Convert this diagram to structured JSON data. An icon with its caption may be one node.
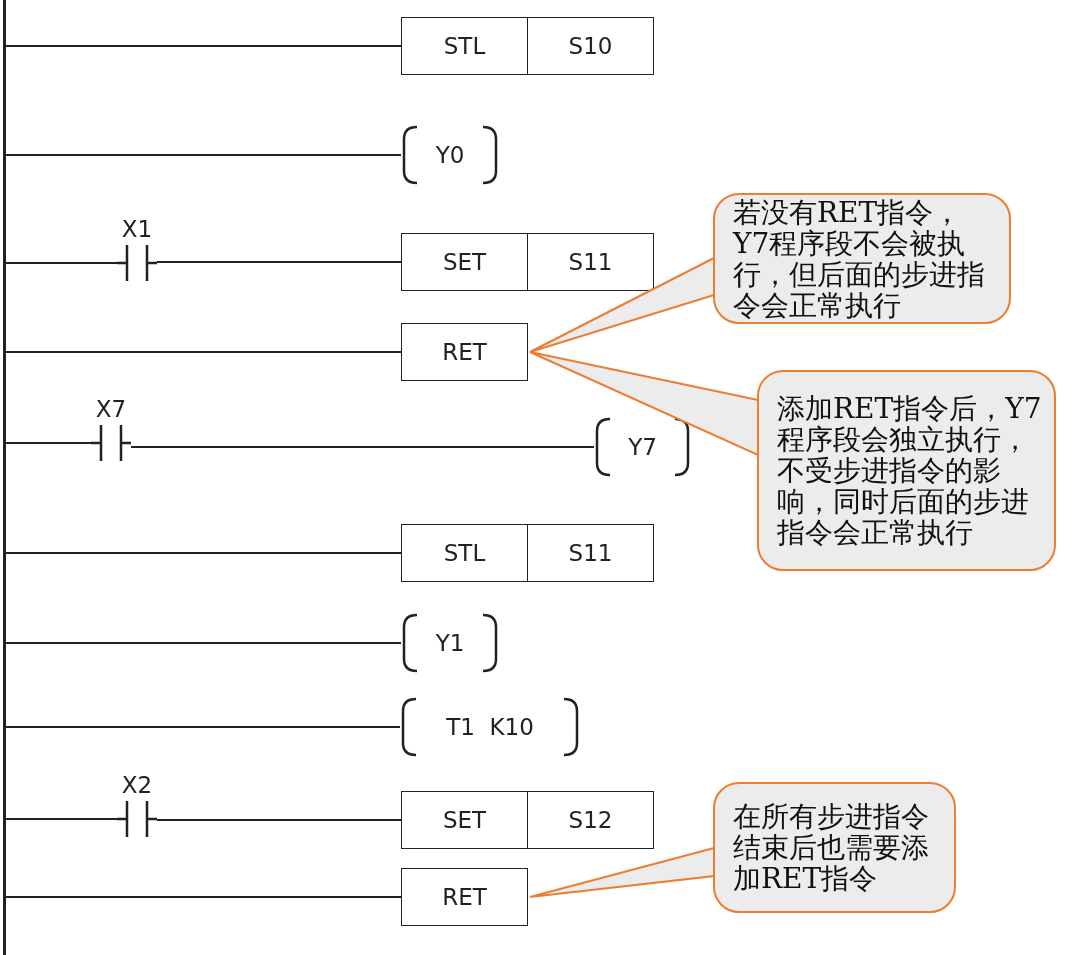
{
  "diagram": {
    "nodes": [
      {
        "text": [],
        "shape": "bar"
      },
      {
        "text": [
          "STL",
          "S10"
        ]
      },
      {
        "text": [
          "Y0"
        ]
      },
      {
        "text": [
          "X1"
        ]
      },
      {
        "text": [
          "SET",
          "S11"
        ]
      },
      {
        "text": [
          "RET"
        ]
      },
      {
        "text": [
          "X7"
        ]
      },
      {
        "text": [
          "Y7"
        ]
      },
      {
        "text": [
          "STL",
          "S11"
        ]
      },
      {
        "text": [
          "Y1"
        ]
      },
      {
        "text": [
          "T1  K10"
        ]
      },
      {
        "text": [
          "X2"
        ]
      },
      {
        "text": [
          "SET",
          "S12"
        ]
      },
      {
        "text": [
          "RET"
        ]
      },
      {
        "text": [
          "若没有RET指令，Y7程序段不会被执行，但后面的步进指令会正常执行"
        ]
      },
      {
        "text": [
          "添加RET指令后，Y7程序段会独立执行，不受步进指令的影响，同时后面的步进指令会正常执行"
        ]
      },
      {
        "text": [
          "在所有步进指令结束后也需要添加RET指令"
        ]
      }
    ],
    "edges": [
      {
        "from": 0,
        "to": 1,
        "arrow": "none"
      },
      {
        "from": 0,
        "to": 2,
        "arrow": "none"
      },
      {
        "from": 0,
        "to": 3,
        "arrow": "none"
      },
      {
        "from": 3,
        "to": 4,
        "arrow": "none"
      },
      {
        "from": 0,
        "to": 5,
        "arrow": "none"
      },
      {
        "from": 0,
        "to": 6,
        "arrow": "none"
      },
      {
        "from": 6,
        "to": 7,
        "arrow": "none"
      },
      {
        "from": 0,
        "to": 8,
        "arrow": "none"
      },
      {
        "from": 0,
        "to": 9,
        "arrow": "none"
      },
      {
        "from": 0,
        "to": 10,
        "arrow": "none"
      },
      {
        "from": 0,
        "to": 11,
        "arrow": "none"
      },
      {
        "from": 11,
        "to": 12,
        "arrow": "none"
      },
      {
        "from": 0,
        "to": 13,
        "arrow": "none"
      },
      {
        "from": 14,
        "to": 5,
        "arrow": "none"
      },
      {
        "from": 15,
        "to": 5,
        "arrow": "none"
      },
      {
        "from": 16,
        "to": 13,
        "arrow": "none"
      }
    ]
  }
}
